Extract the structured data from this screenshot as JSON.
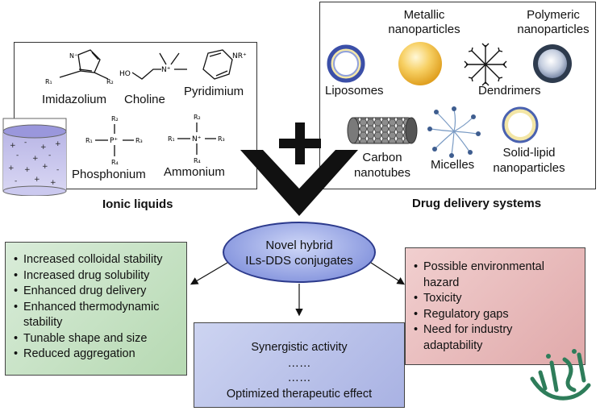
{
  "ionic_liquids": {
    "imidazolium": "Imidazolium",
    "choline": "Choline",
    "pyridimium": "Pyridimium",
    "phosphonium": "Phosphonium",
    "ammonium": "Ammonium",
    "caption": "Ionic liquids"
  },
  "drug_delivery": {
    "metallic": [
      "Metallic",
      "nanoparticles"
    ],
    "polymeric": [
      "Polymeric",
      "nanoparticles"
    ],
    "liposomes": "Liposomes",
    "dendrimers": "Dendrimers",
    "carbon": [
      "Carbon",
      "nanotubes"
    ],
    "micelles": "Micelles",
    "solid_lipid": [
      "Solid-lipid",
      "nanoparticles"
    ],
    "caption": "Drug delivery systems"
  },
  "center": {
    "title_line1": "Novel hybrid",
    "title_line2": "ILs-DDS conjugates"
  },
  "advantages": [
    "Increased colloidal stability",
    "Increased drug solubility",
    "Enhanced drug delivery",
    "Enhanced thermodynamic stability",
    "Tunable shape and size",
    "Reduced aggregation"
  ],
  "disadvantages": [
    "Possible environmental hazard",
    "Toxicity",
    "Regulatory gaps",
    "Need for industry adaptability"
  ],
  "outcome": {
    "line1": "Synergistic activity",
    "line2": "……",
    "line3": "……",
    "line4": "Optimized therapeutic effect"
  },
  "colors": {
    "green_box": "#c5e3c3",
    "red_box": "#e8bcbd",
    "blue_box": "#b8c0ea",
    "ellipse": "#8c9be0",
    "gold": "#f0b830"
  }
}
